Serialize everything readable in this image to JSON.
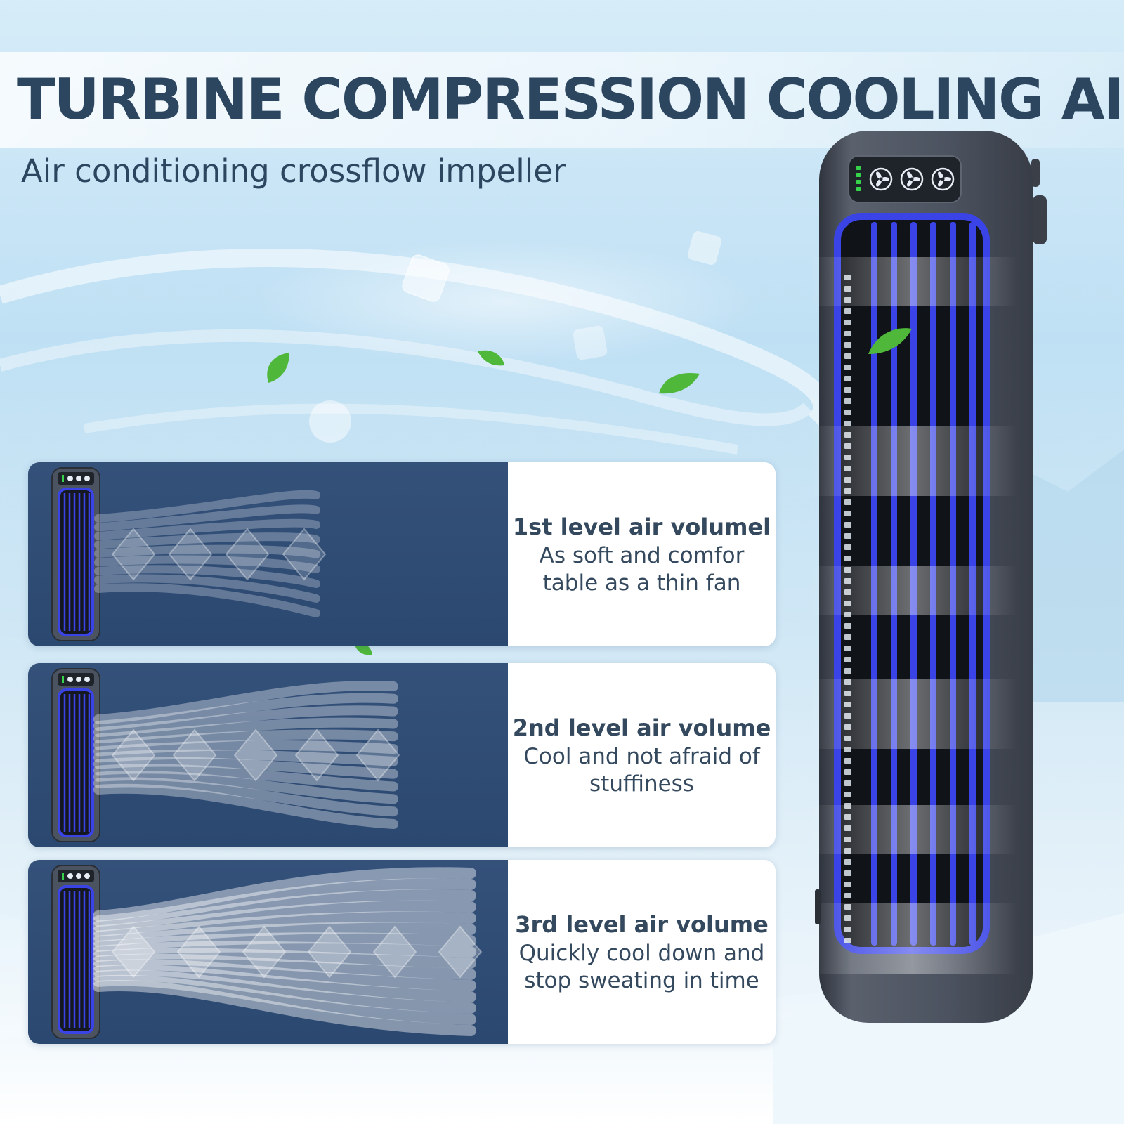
{
  "title": "TURBINE COMPRESSION COOLING AIR",
  "subtitle": "Air conditioning crossflow impeller",
  "levels": [
    {
      "title": "1st level air volumel",
      "description": "As soft and comfor table as a thin fan",
      "airflow_level": 1
    },
    {
      "title": "2nd level air volume",
      "description": "Cool and not afraid of stuffiness",
      "airflow_level": 2
    },
    {
      "title": "3rd level air volume",
      "description": "Quickly cool down and stop sweating in time",
      "airflow_level": 3
    }
  ],
  "product": {
    "indicator_lights": 4,
    "fan_buttons": [
      "fan-icon",
      "fan-icon",
      "fan-icon"
    ],
    "indicator_color": "#35d24a",
    "accent_color": "#3a44e6",
    "body_color": "#4c5360"
  },
  "colors": {
    "heading": "#2d4660",
    "card_visual": "#2f4c74",
    "card_text_bg": "#ffffff"
  }
}
